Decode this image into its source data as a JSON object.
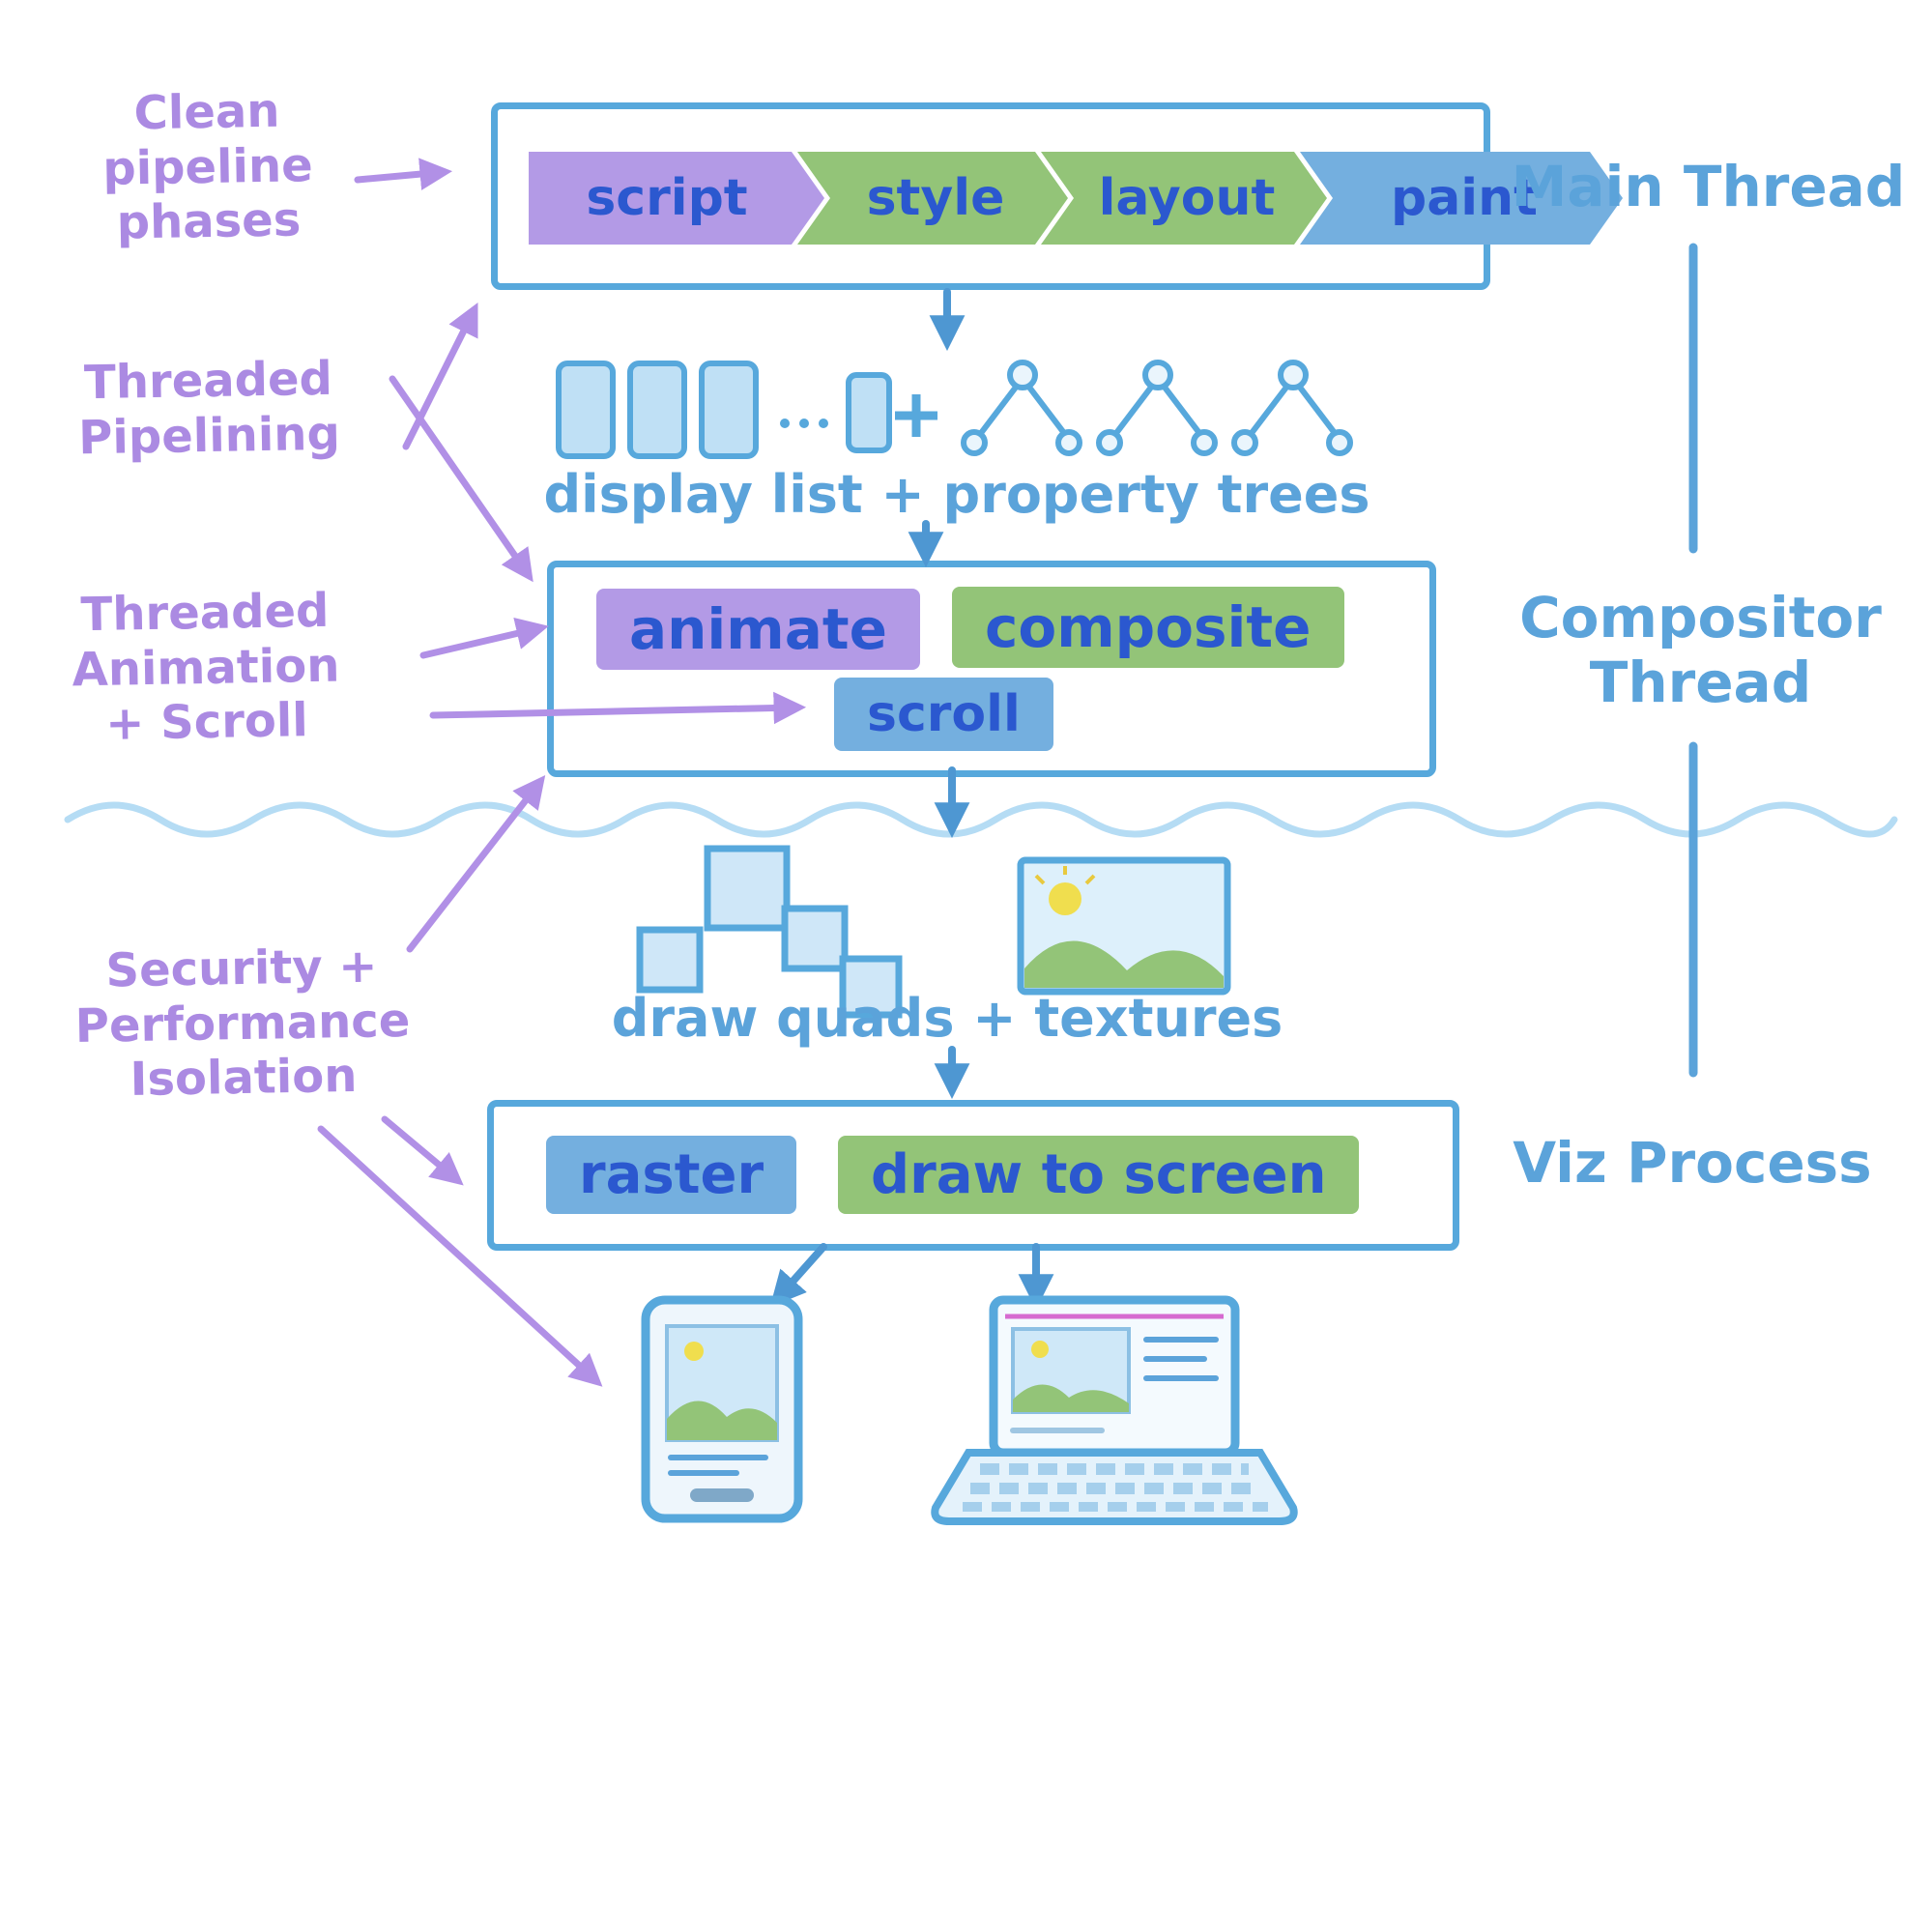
{
  "annotations": {
    "clean_pipeline": "Clean\npipeline\nphases",
    "threaded_pipelining": "Threaded\nPipelining",
    "threaded_animation": "Threaded\nAnimation\n+ Scroll",
    "security_isolation": "Security +\nPerformance\nIsolation"
  },
  "threads": {
    "main": "Main Thread",
    "compositor": "Compositor\nThread",
    "viz": "Viz Process"
  },
  "pipeline_phases": [
    {
      "label": "script"
    },
    {
      "label": "style"
    },
    {
      "label": "layout"
    },
    {
      "label": "paint"
    }
  ],
  "captions": {
    "display_list": "display list + property trees",
    "draw_quads": "draw quads + textures"
  },
  "compositor_box": {
    "animate": "animate",
    "composite": "composite",
    "scroll": "scroll"
  },
  "viz_box": {
    "raster": "raster",
    "draw_to_screen": "draw to screen"
  },
  "icons": {
    "display_list": "display-list-icon",
    "property_trees": "property-trees-icon",
    "draw_quads": "draw-quads-icon",
    "texture": "texture-icon",
    "phone": "phone-icon",
    "laptop": "laptop-icon",
    "wave": "wave-divider"
  },
  "colors": {
    "purple_text": "#ab8ae2",
    "blue_text": "#5ba3da",
    "ink_blue": "#2b58cf",
    "box_border": "#57a8dc",
    "arrow_blue": "#4e97d2",
    "arrow_purple": "#b190e6",
    "highlight_purple": "#b39ae6",
    "highlight_green": "#93c478",
    "highlight_blue": "#74afdf",
    "icon_fill": "#bfe0f5",
    "wave_blue": "#b5dcf4",
    "sun_yellow": "#f0de4e"
  }
}
